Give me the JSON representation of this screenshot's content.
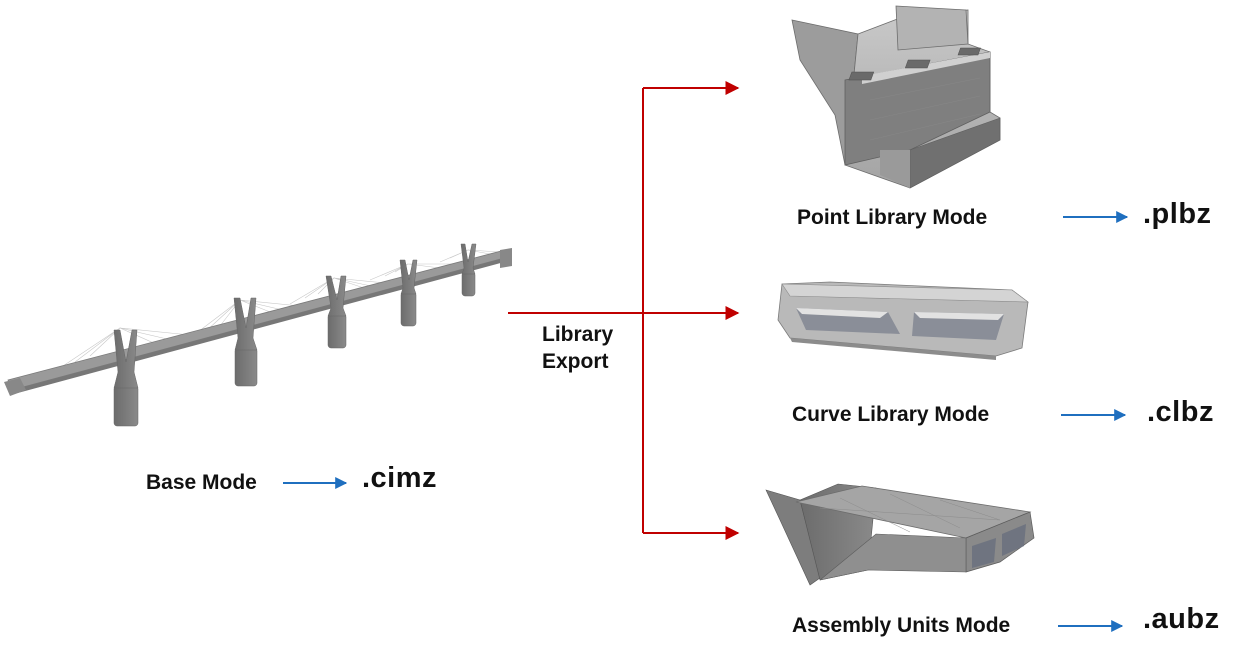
{
  "base": {
    "label": "Base Mode",
    "extension": ".cimz"
  },
  "export": {
    "line1": "Library",
    "line2": "Export"
  },
  "outputs": [
    {
      "label": "Point Library Mode",
      "extension": ".plbz"
    },
    {
      "label": "Curve Library Mode",
      "extension": ".clbz"
    },
    {
      "label": "Assembly Units Mode",
      "extension": ".aubz"
    }
  ],
  "colors": {
    "export_arrow": "#c00000",
    "ext_arrow": "#1f6fbf",
    "concrete": "#8e8e8e"
  }
}
